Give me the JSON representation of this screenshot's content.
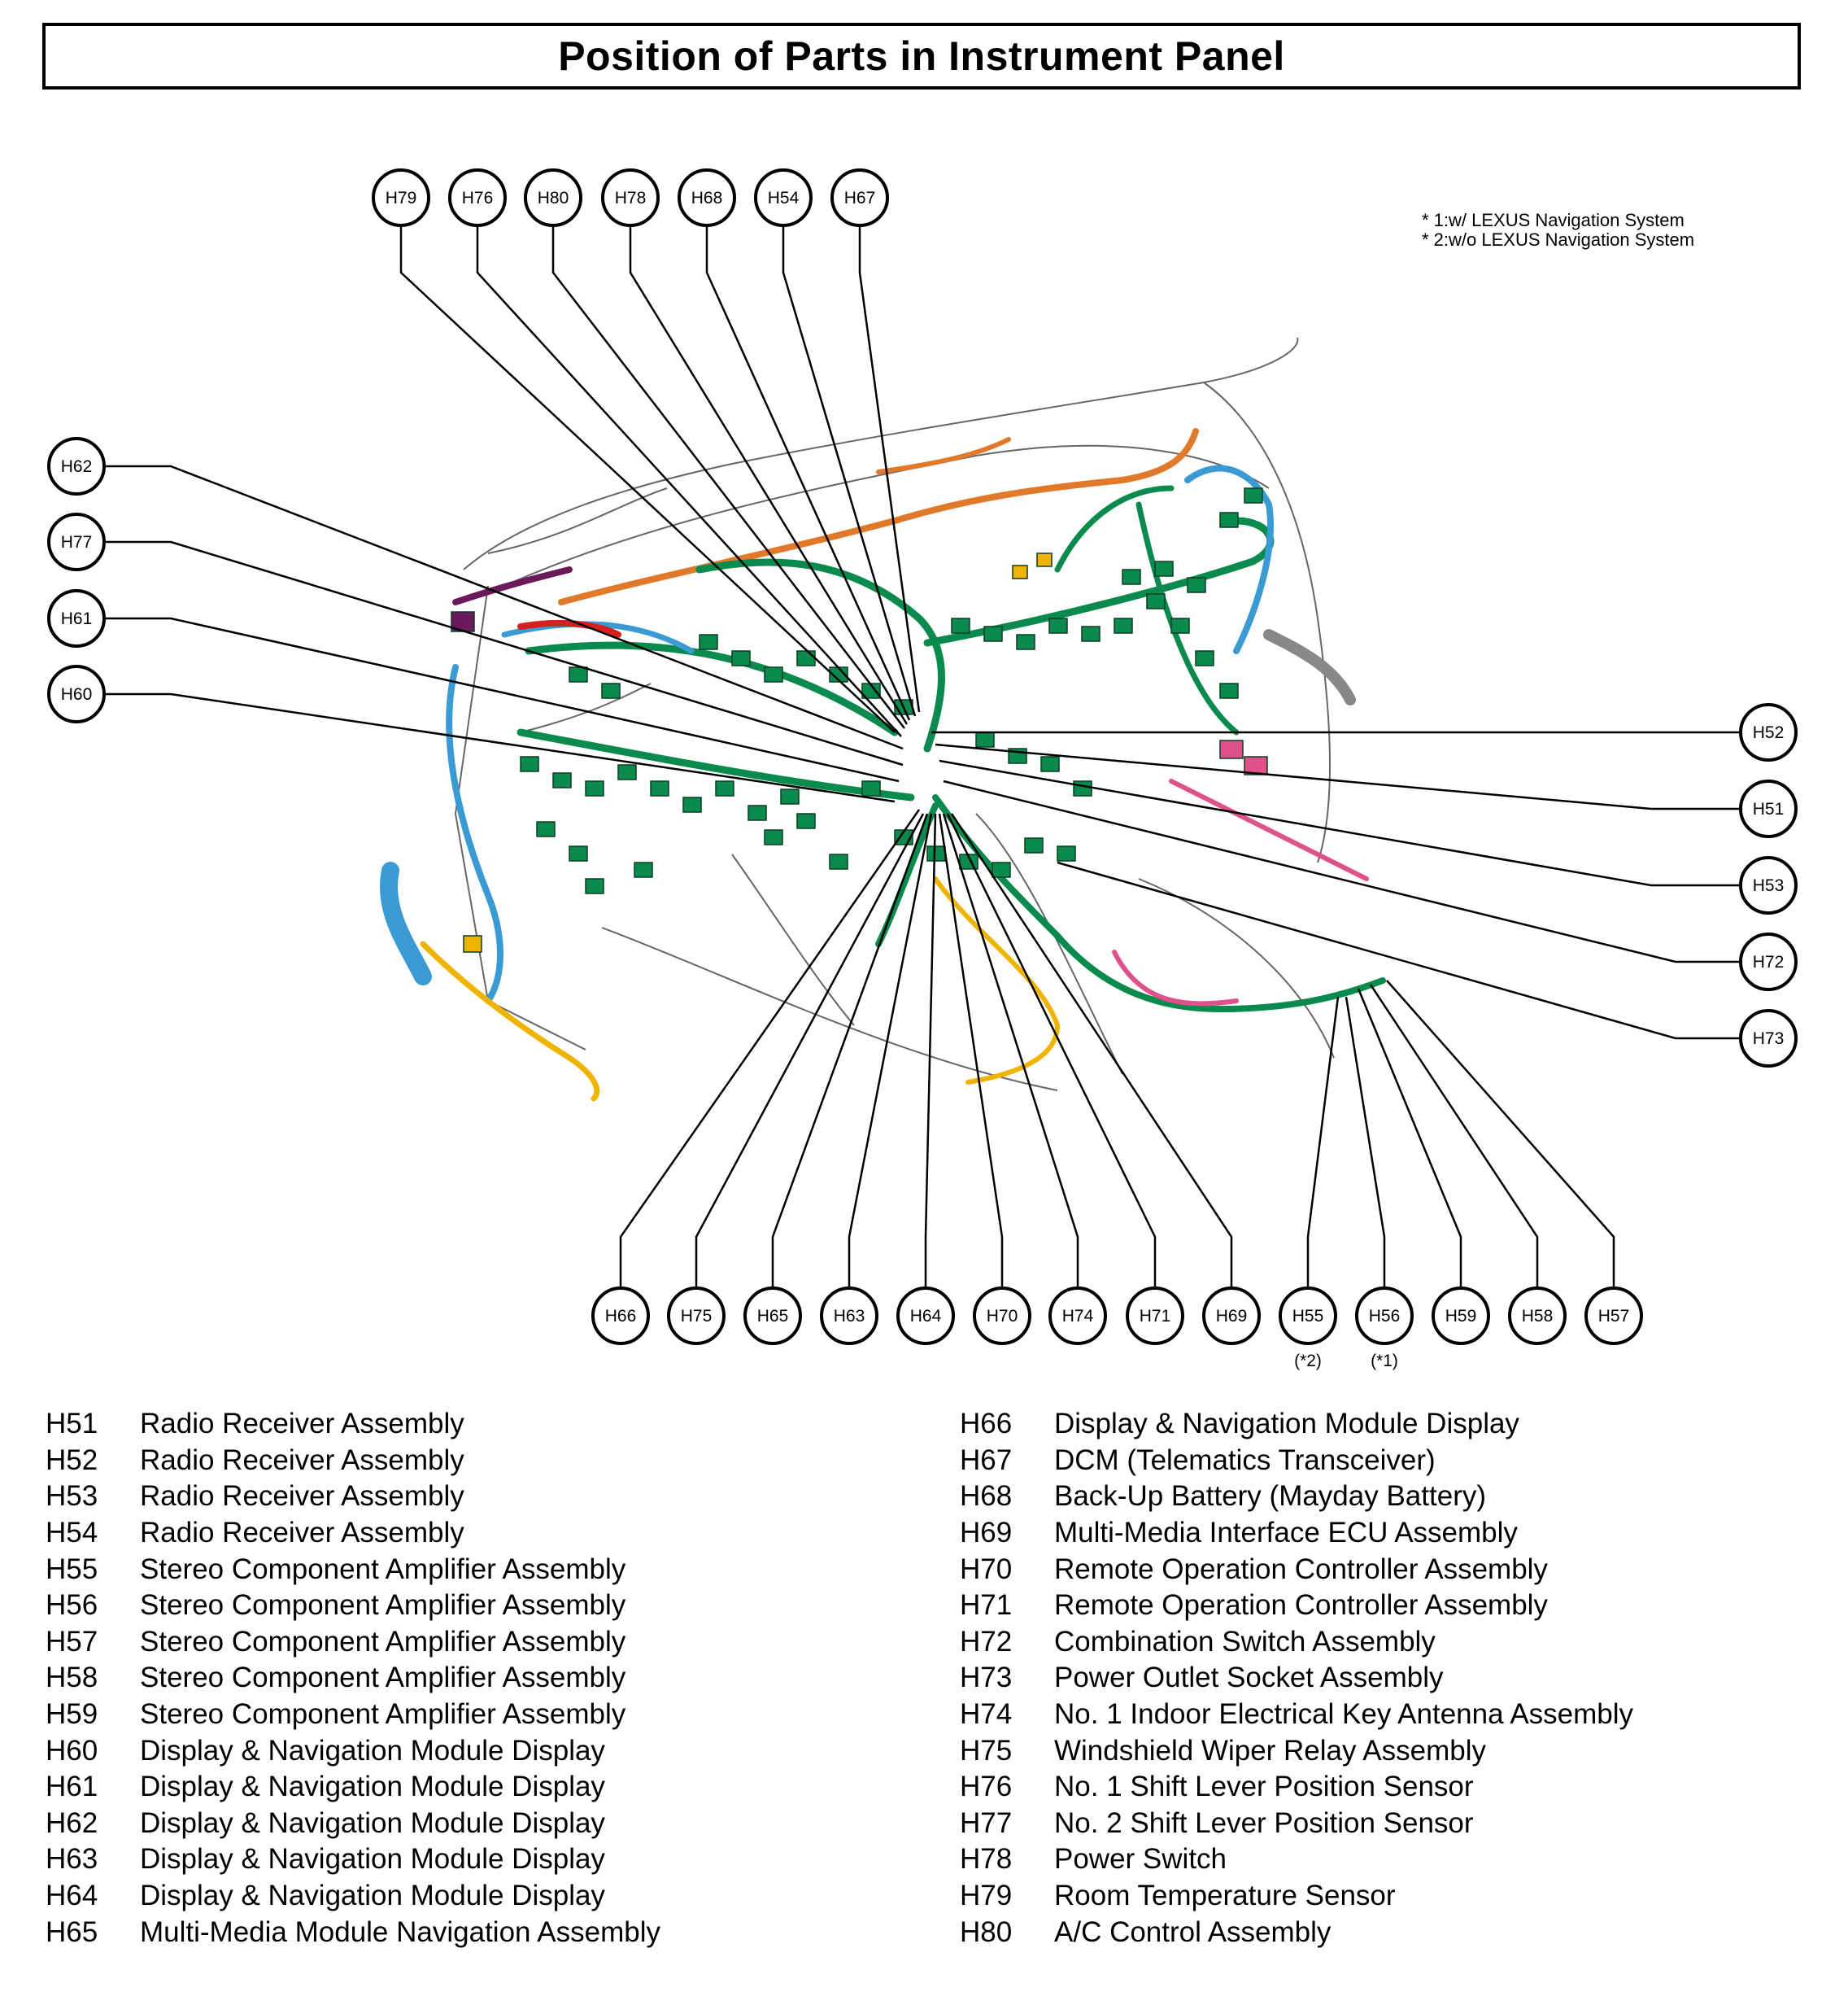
{
  "title": "Position of Parts in Instrument Panel",
  "notes": [
    "* 1:w/ LEXUS Navigation System",
    "* 2:w/o LEXUS Navigation System"
  ],
  "connectors": [
    {
      "id": "H79"
    },
    {
      "id": "H76"
    },
    {
      "id": "H80"
    },
    {
      "id": "H78"
    },
    {
      "id": "H68"
    },
    {
      "id": "H54"
    },
    {
      "id": "H67"
    },
    {
      "id": "H62"
    },
    {
      "id": "H77"
    },
    {
      "id": "H61"
    },
    {
      "id": "H60"
    },
    {
      "id": "H52"
    },
    {
      "id": "H51"
    },
    {
      "id": "H53"
    },
    {
      "id": "H72"
    },
    {
      "id": "H73"
    },
    {
      "id": "H66"
    },
    {
      "id": "H75"
    },
    {
      "id": "H65"
    },
    {
      "id": "H63"
    },
    {
      "id": "H64"
    },
    {
      "id": "H70"
    },
    {
      "id": "H74"
    },
    {
      "id": "H71"
    },
    {
      "id": "H69"
    },
    {
      "id": "H55",
      "sub": "(*2)"
    },
    {
      "id": "H56",
      "sub": "(*1)"
    },
    {
      "id": "H59"
    },
    {
      "id": "H58"
    },
    {
      "id": "H57"
    }
  ],
  "legend_left": [
    {
      "code": "H51",
      "name": "Radio Receiver Assembly"
    },
    {
      "code": "H52",
      "name": "Radio Receiver Assembly"
    },
    {
      "code": "H53",
      "name": "Radio Receiver Assembly"
    },
    {
      "code": "H54",
      "name": "Radio Receiver Assembly"
    },
    {
      "code": "H55",
      "name": "Stereo Component Amplifier Assembly"
    },
    {
      "code": "H56",
      "name": "Stereo Component Amplifier Assembly"
    },
    {
      "code": "H57",
      "name": "Stereo Component Amplifier Assembly"
    },
    {
      "code": "H58",
      "name": "Stereo Component Amplifier Assembly"
    },
    {
      "code": "H59",
      "name": "Stereo Component Amplifier Assembly"
    },
    {
      "code": "H60",
      "name": "Display & Navigation Module Display"
    },
    {
      "code": "H61",
      "name": "Display & Navigation Module Display"
    },
    {
      "code": "H62",
      "name": "Display & Navigation Module Display"
    },
    {
      "code": "H63",
      "name": "Display & Navigation Module Display"
    },
    {
      "code": "H64",
      "name": "Display & Navigation Module Display"
    },
    {
      "code": "H65",
      "name": "Multi-Media Module Navigation Assembly"
    }
  ],
  "legend_right": [
    {
      "code": "H66",
      "name": "Display & Navigation Module Display"
    },
    {
      "code": "H67",
      "name": "DCM (Telematics Transceiver)"
    },
    {
      "code": "H68",
      "name": "Back-Up Battery (Mayday Battery)"
    },
    {
      "code": "H69",
      "name": "Multi-Media Interface ECU Assembly"
    },
    {
      "code": "H70",
      "name": "Remote Operation Controller Assembly"
    },
    {
      "code": "H71",
      "name": "Remote Operation Controller Assembly"
    },
    {
      "code": "H72",
      "name": "Combination Switch Assembly"
    },
    {
      "code": "H73",
      "name": "Power Outlet Socket Assembly"
    },
    {
      "code": "H74",
      "name": "No. 1 Indoor Electrical Key Antenna Assembly"
    },
    {
      "code": "H75",
      "name": "Windshield Wiper Relay Assembly"
    },
    {
      "code": "H76",
      "name": "No. 1 Shift Lever Position Sensor"
    },
    {
      "code": "H77",
      "name": "No. 2 Shift Lever Position Sensor"
    },
    {
      "code": "H78",
      "name": "Power Switch"
    },
    {
      "code": "H79",
      "name": "Room Temperature Sensor"
    },
    {
      "code": "H80",
      "name": "A/C Control Assembly"
    }
  ],
  "colors": {
    "harness_main": "#0a8a4c",
    "harness_left": "#3a9bd4",
    "harness_orange": "#e07a2a",
    "harness_yellow": "#f0b400",
    "harness_pink": "#e0508a",
    "harness_purple": "#6a1a5a",
    "harness_red": "#d62020",
    "outline": "#555555"
  }
}
